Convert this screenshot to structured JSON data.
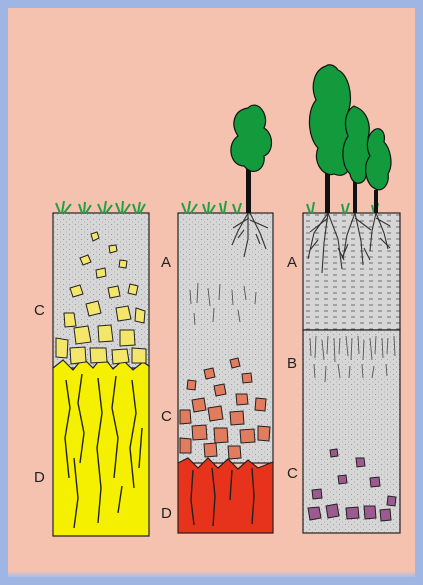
{
  "profiles": [
    {
      "id": "profile-1",
      "horizons": [
        {
          "label": "C",
          "material": "weathered-rock-fragments",
          "color": "#f3e66a"
        },
        {
          "label": "D",
          "material": "bedrock",
          "color": "#f4f000"
        }
      ]
    },
    {
      "id": "profile-2",
      "horizons": [
        {
          "label": "A",
          "material": "topsoil"
        },
        {
          "label": "C",
          "material": "weathered-rock-fragments",
          "color": "#e27c5e"
        },
        {
          "label": "D",
          "material": "bedrock",
          "color": "#e8331c"
        }
      ]
    },
    {
      "id": "profile-3",
      "horizons": [
        {
          "label": "A",
          "material": "topsoil"
        },
        {
          "label": "B",
          "material": "subsoil"
        },
        {
          "label": "C",
          "material": "weathered-rock-fragments",
          "color": "#9d5a90"
        }
      ]
    }
  ],
  "colors": {
    "background": "#f5c2b0",
    "border": "#9fb6e4",
    "soil": "#d6d6d6",
    "tree": "#139a3c",
    "roots": "#333333"
  }
}
